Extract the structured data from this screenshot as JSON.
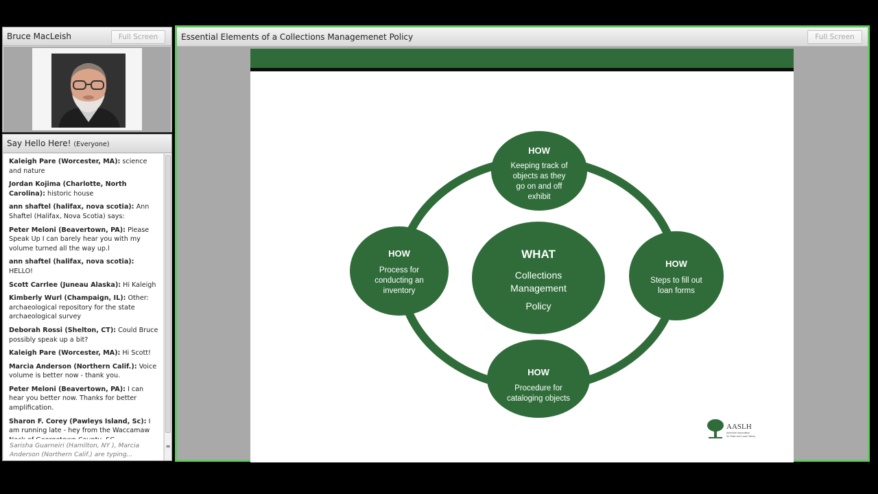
{
  "video_pod": {
    "title": "Bruce MacLeish",
    "full_screen_label": "Full Screen"
  },
  "chat_pod": {
    "title": "Say Hello Here!",
    "audience": "(Everyone)",
    "messages": [
      {
        "author": "Kaleigh Pare (Worcester, MA):",
        "text": " science and nature"
      },
      {
        "author": "Jordan Kojima (Charlotte, North Carolina):",
        "text": " historic house"
      },
      {
        "author": "ann shaftel (halifax, nova scotia):",
        "text": " Ann Shaftel (Halifax, Nova Scotia) says:"
      },
      {
        "author": "Peter Meloni (Beavertown, PA):",
        "text": " Please Speak Up I can barely hear you with my volume turned all the way up.l"
      },
      {
        "author": "ann shaftel (halifax, nova scotia):",
        "text": " HELLO!"
      },
      {
        "author": "Scott Carrlee (Juneau Alaska):",
        "text": " Hi Kaleigh"
      },
      {
        "author": "Kimberly Wurl (Champaign, IL):",
        "text": " Other: archaeological repository for the state archaeological survey"
      },
      {
        "author": "Deborah Rossi (Shelton, CT):",
        "text": " Could Bruce possibly speak up a bit?"
      },
      {
        "author": "Kaleigh Pare (Worcester, MA):",
        "text": " Hi Scott!"
      },
      {
        "author": "Marcia Anderson (Northern Calif.):",
        "text": " Voice volume is better now - thank you."
      },
      {
        "author": "Peter Meloni (Beavertown, PA):",
        "text": " I can hear you better now.  Thanks for better amplification."
      },
      {
        "author": "Sharon F. Corey (Pawleys Island, Sc):",
        "text": " I am running late - hey from the Waccamaw Neck of Georgetown County, SC . . ."
      }
    ],
    "typing": "Sarisha  Guarneiri (Hamilton, NY ), Marcia Anderson (Northern Calif.) are typing..."
  },
  "share_pod": {
    "title": "Essential Elements of a Collections Managemenet Policy",
    "full_screen_label": "Full Screen"
  },
  "slide": {
    "center": {
      "heading": "WHAT",
      "line1": "Collections",
      "line2": "Management",
      "line3": "Policy"
    },
    "top": {
      "heading": "HOW",
      "line1": "Keeping track of",
      "line2": "objects as they",
      "line3": "go on and off",
      "line4": "exhibit"
    },
    "left": {
      "heading": "HOW",
      "line1": "Process for",
      "line2": "conducting an",
      "line3": "inventory"
    },
    "right": {
      "heading": "HOW",
      "line1": "Steps to fill out",
      "line2": "loan forms"
    },
    "bottom": {
      "heading": "HOW",
      "line1": "Procedure for",
      "line2": "cataloging objects"
    },
    "logo": {
      "name": "AASLH",
      "tagline1": "American Association",
      "tagline2": "for State and Local History"
    }
  },
  "colors": {
    "slide_green": "#2f6c39",
    "share_border": "#5fcb5f"
  }
}
